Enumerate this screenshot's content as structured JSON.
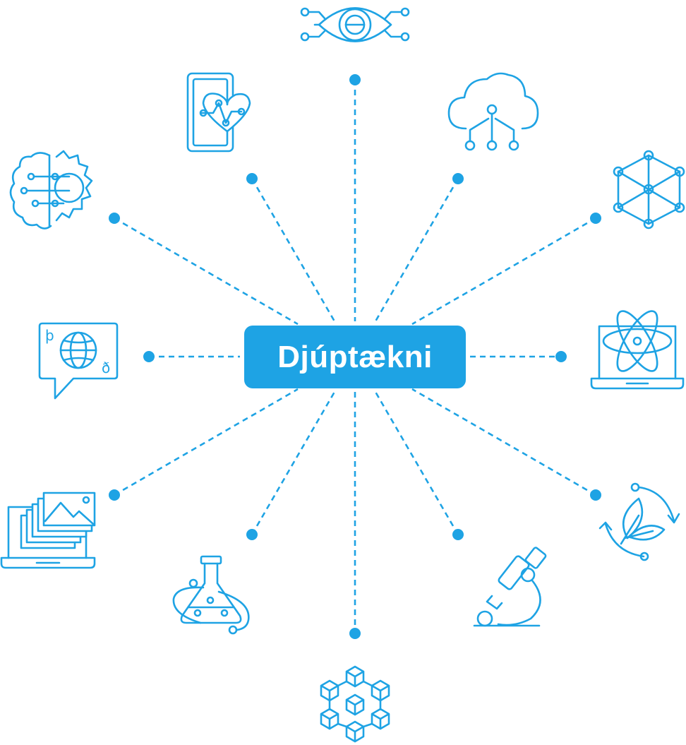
{
  "title": "Djúptækni",
  "accent_color": "#1ea3e4",
  "icons": [
    {
      "name": "eye-circuit-icon"
    },
    {
      "name": "cloud-network-icon"
    },
    {
      "name": "molecule-hexagon-icon"
    },
    {
      "name": "laptop-atom-icon"
    },
    {
      "name": "recycle-leaves-icon"
    },
    {
      "name": "microscope-icon"
    },
    {
      "name": "blockchain-cubes-icon"
    },
    {
      "name": "flask-orbit-icon"
    },
    {
      "name": "laptop-gallery-icon"
    },
    {
      "name": "globe-speech-icon"
    },
    {
      "name": "brain-gear-icon"
    },
    {
      "name": "phone-heart-icon"
    }
  ],
  "glyphs": {
    "thorn": "þ",
    "eth": "ð"
  }
}
